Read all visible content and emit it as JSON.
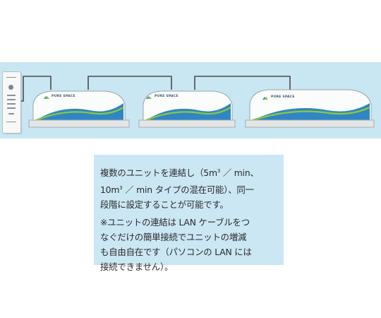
{
  "diagram": {
    "brand": "PURE SPACE",
    "colors": {
      "band": "#c9e6f3",
      "panel": "#cbe7f4",
      "cable": "#4a4a4a",
      "wave_blue": "#2f86c4",
      "wave_green": "#8cc63f"
    }
  },
  "description": {
    "p1": {
      "l1_a": "複数のユニットを連結し（5m",
      "sup": "3",
      "l1_b": " ／ min、",
      "l2_a": "10m",
      "l2_b": " ／ min タイプの混在可能）、同一",
      "l3": "段階に設定することが可能です。"
    },
    "p2": {
      "l1": "※ユニットの連結は LAN ケーブルをつ",
      "l2": "なぐだけの簡単接続でユニットの増減",
      "l3": "も自由自在です（パソコンの LAN には",
      "l4": "接続できません）。"
    }
  }
}
